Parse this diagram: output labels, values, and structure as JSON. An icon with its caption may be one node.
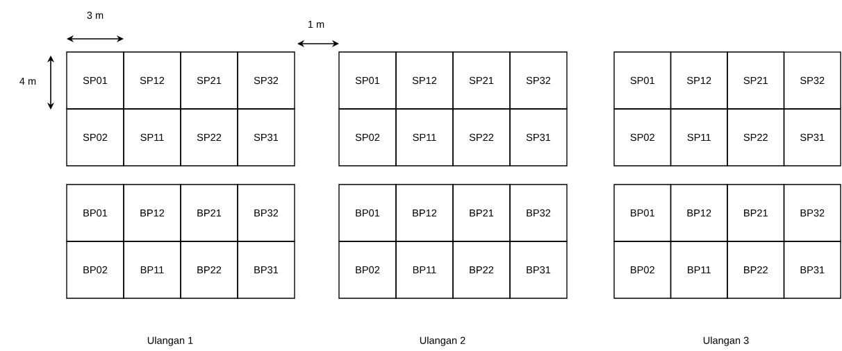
{
  "diagram": {
    "nodes": [
      {
        "text": [
          "SP01"
        ]
      },
      {
        "text": [
          "SP12"
        ]
      },
      {
        "text": [
          "SP21"
        ]
      },
      {
        "text": [
          "SP32"
        ]
      },
      {
        "text": [
          "SP02"
        ]
      },
      {
        "text": [
          "SP11"
        ]
      },
      {
        "text": [
          "SP22"
        ]
      },
      {
        "text": [
          "SP31"
        ]
      },
      {
        "text": [
          "BP01"
        ]
      },
      {
        "text": [
          "BP12"
        ]
      },
      {
        "text": [
          "BP21"
        ]
      },
      {
        "text": [
          "BP32"
        ]
      },
      {
        "text": [
          "BP02"
        ]
      },
      {
        "text": [
          "BP11"
        ]
      },
      {
        "text": [
          "BP22"
        ]
      },
      {
        "text": [
          "BP31"
        ]
      },
      {
        "text": [
          "SP01"
        ]
      },
      {
        "text": [
          "SP12"
        ]
      },
      {
        "text": [
          "SP21"
        ]
      },
      {
        "text": [
          "SP32"
        ]
      },
      {
        "text": [
          "SP02"
        ]
      },
      {
        "text": [
          "SP11"
        ]
      },
      {
        "text": [
          "SP22"
        ]
      },
      {
        "text": [
          "SP31"
        ]
      },
      {
        "text": [
          "BP01"
        ]
      },
      {
        "text": [
          "BP12"
        ]
      },
      {
        "text": [
          "BP21"
        ]
      },
      {
        "text": [
          "BP32"
        ]
      },
      {
        "text": [
          "BP02"
        ]
      },
      {
        "text": [
          "BP11"
        ]
      },
      {
        "text": [
          "BP22"
        ]
      },
      {
        "text": [
          "BP31"
        ]
      },
      {
        "text": [
          "SP01"
        ]
      },
      {
        "text": [
          "SP12"
        ]
      },
      {
        "text": [
          "SP21"
        ]
      },
      {
        "text": [
          "SP32"
        ]
      },
      {
        "text": [
          "SP02"
        ]
      },
      {
        "text": [
          "SP11"
        ]
      },
      {
        "text": [
          "SP22"
        ]
      },
      {
        "text": [
          "SP31"
        ]
      },
      {
        "text": [
          "BP01"
        ]
      },
      {
        "text": [
          "BP12"
        ]
      },
      {
        "text": [
          "BP21"
        ]
      },
      {
        "text": [
          "BP32"
        ]
      },
      {
        "text": [
          "BP02"
        ]
      },
      {
        "text": [
          "BP11"
        ]
      },
      {
        "text": [
          "BP22"
        ]
      },
      {
        "text": [
          "BP31"
        ]
      }
    ],
    "labels": [
      "3 m",
      "1 m",
      "4 m",
      "Ulangan 1",
      "Ulangan 2",
      "Ulangan 3"
    ]
  }
}
